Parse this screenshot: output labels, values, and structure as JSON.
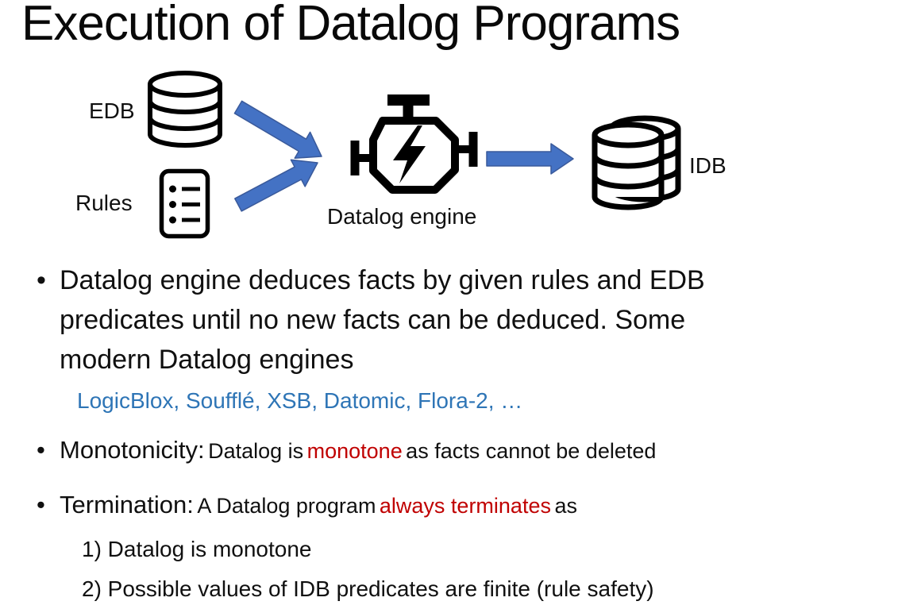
{
  "slide": {
    "title": "Execution of Datalog Programs"
  },
  "diagram": {
    "edb_label": "EDB",
    "rules_label": "Rules",
    "engine_label": "Datalog engine",
    "idb_label": "IDB",
    "icons": [
      "database-icon",
      "rule-list-icon",
      "engine-icon",
      "double-database-icon",
      "arrow-right-icon"
    ]
  },
  "bullets": {
    "bullet_char": "•",
    "b1_lines": [
      "Datalog engine deduces facts by given rules and EDB",
      "predicates until no new facts can be deduced. Some",
      "modern Datalog engines"
    ],
    "b1_sub": "LogicBlox, Soufflé, XSB, Datomic, Flora-2, …",
    "b2_head": "Monotonicity:",
    "b2_pre": "Datalog is",
    "b2_red": "monotone",
    "b2_post": "as facts cannot be deleted",
    "b3_head": "Termination:",
    "b3_pre": "A Datalog program",
    "b3_red": "always terminates",
    "b3_post": "as",
    "sub_items": [
      "1) Datalog is monotone",
      "2) Possible values of IDB predicates are finite (rule safety)"
    ]
  },
  "colors": {
    "text": "#101010",
    "blue_engine_list": "#2E75B6",
    "red_emphasis": "#C00000",
    "arrow_fill": "#4472C4",
    "arrow_border": "#3A5A9B",
    "icon_stroke": "#000000"
  }
}
